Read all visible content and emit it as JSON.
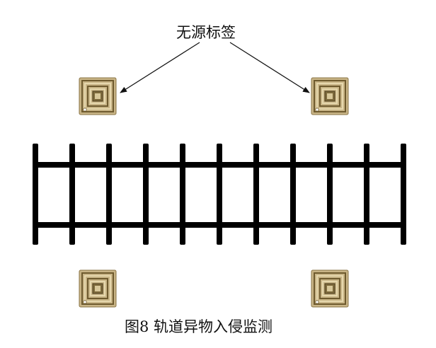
{
  "diagram": {
    "tag_label": "无源标签",
    "caption": "图8    轨道异物入侵监测",
    "colors": {
      "rail": "#000000",
      "tag_outer": "#c8b486",
      "tag_dark": "#6e5a2e",
      "tag_light": "#e6d8ae",
      "arrow": "#111111"
    },
    "tags": [
      {
        "id": "top-left"
      },
      {
        "id": "top-right"
      },
      {
        "id": "bottom-left"
      },
      {
        "id": "bottom-right"
      }
    ],
    "rails": 2,
    "sleepers": 11
  }
}
